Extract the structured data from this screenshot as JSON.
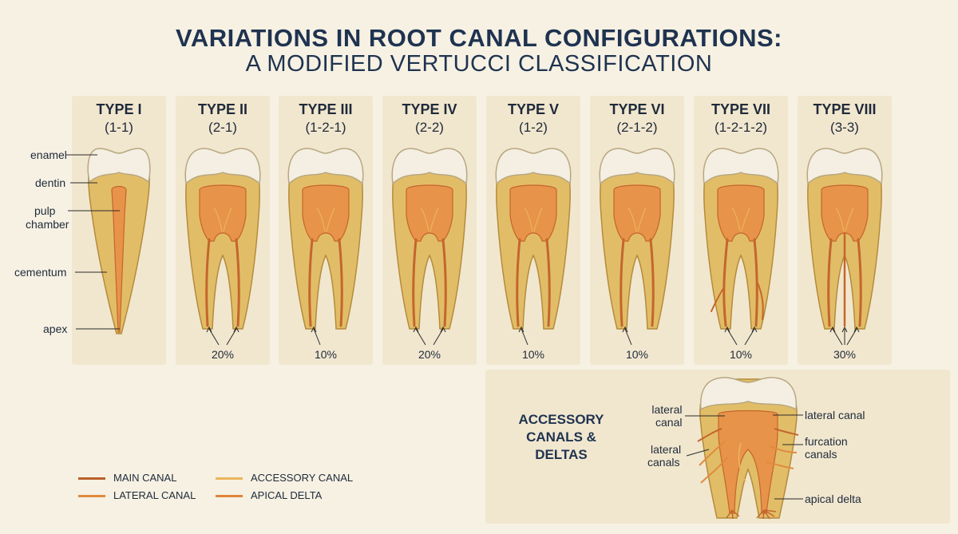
{
  "title_line1": "VARIATIONS IN ROOT CANAL CONFIGURATIONS:",
  "title_line2": "A MODIFIED VERTUCCI CLASSIFICATION",
  "types": [
    {
      "name": "TYPE I",
      "code": "(1-1)",
      "pct": ""
    },
    {
      "name": "TYPE II",
      "code": "(2-1)",
      "pct": "20%"
    },
    {
      "name": "TYPE III",
      "code": "(1-2-1)",
      "pct": "10%"
    },
    {
      "name": "TYPE IV",
      "code": "(2-2)",
      "pct": "20%"
    },
    {
      "name": "TYPE V",
      "code": "(1-2)",
      "pct": "10%"
    },
    {
      "name": "TYPE VI",
      "code": "(2-1-2)",
      "pct": "10%"
    },
    {
      "name": "TYPE VII",
      "code": "(1-2-1-2)",
      "pct": "10%"
    },
    {
      "name": "TYPE VIII",
      "code": "(3-3)",
      "pct": "30%"
    }
  ],
  "anatomy_labels": {
    "enamel": "enamel",
    "dentin": "dentin",
    "pulp_line1": "pulp",
    "pulp_line2": "chamber",
    "cementum": "cementum",
    "apex": "apex"
  },
  "accessory": {
    "title_line1": "ACCESSORY",
    "title_line2": "CANALS &",
    "title_line3": "DELTAS",
    "lateral_canal_left_1": "lateral",
    "lateral_canal_left_2": "canal",
    "lateral_canals_left_1": "lateral",
    "lateral_canals_left_2": "canals",
    "lateral_canal_right": "lateral canal",
    "furcation_1": "furcation",
    "furcation_2": "canals",
    "apical_delta": "apical delta"
  },
  "legend": {
    "main_canal": "MAIN CANAL",
    "lateral_canal": "LATERAL CANAL",
    "accessory_canal": "ACCESSORY CANAL",
    "apical_delta": "APICAL DELTA"
  },
  "colors": {
    "background": "#f6f1e3",
    "panel": "#f1e7cf",
    "dentin": "#e2bd68",
    "enamel": "#f4efe2",
    "pulp": "#e8934a",
    "canal_line": "#c4662c",
    "main_canal": "#b8612a",
    "lateral_canal": "#e08a3c",
    "accessory_canal": "#eab55c",
    "apical_delta": "#e0843c",
    "title": "#1f3350"
  }
}
